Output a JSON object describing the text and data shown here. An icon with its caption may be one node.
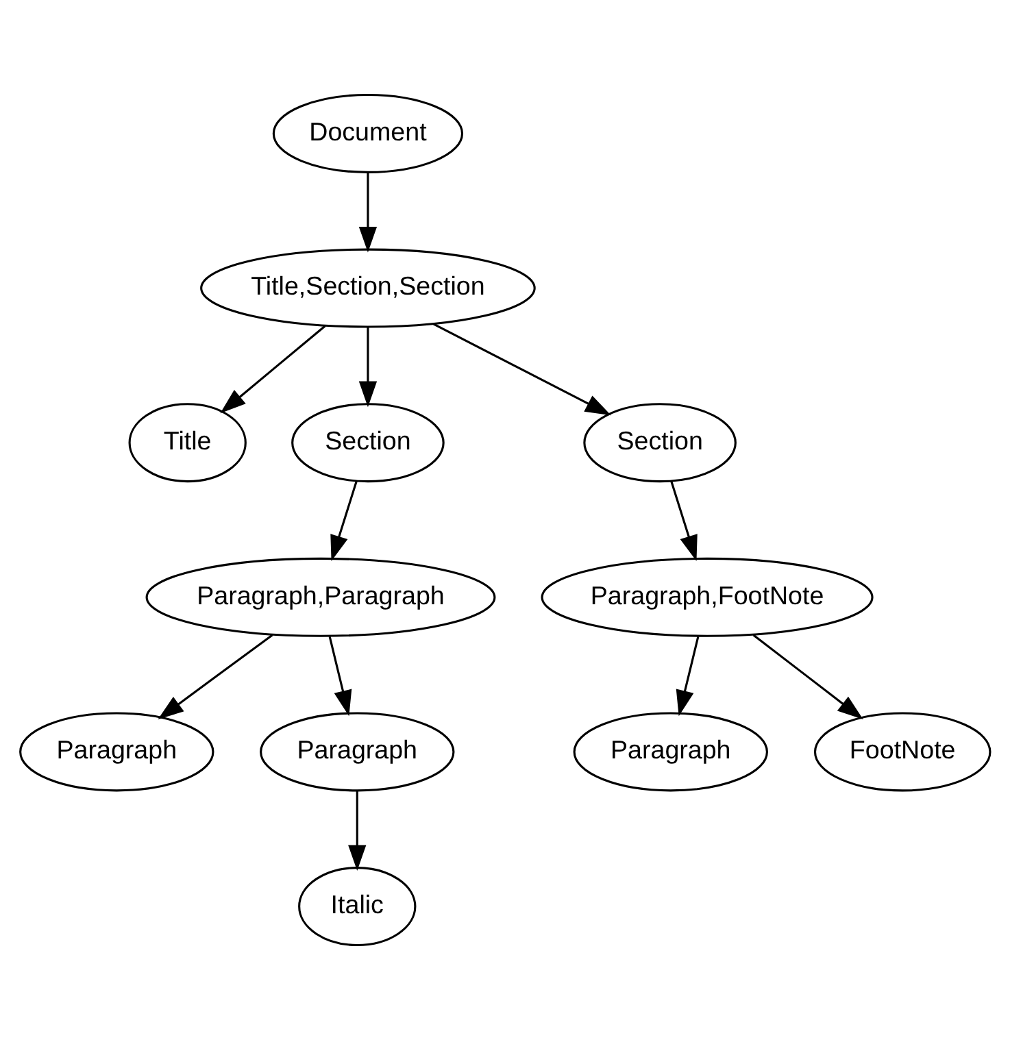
{
  "diagram": {
    "nodes": [
      {
        "text": [
          "Document"
        ]
      },
      {
        "text": [
          "Title,Section,Section"
        ]
      },
      {
        "text": [
          "Title"
        ]
      },
      {
        "text": [
          "Section"
        ]
      },
      {
        "text": [
          "Section"
        ]
      },
      {
        "text": [
          "Paragraph,Paragraph"
        ]
      },
      {
        "text": [
          "Paragraph,FootNote"
        ]
      },
      {
        "text": [
          "Paragraph"
        ]
      },
      {
        "text": [
          "Paragraph"
        ]
      },
      {
        "text": [
          "Paragraph"
        ]
      },
      {
        "text": [
          "FootNote"
        ]
      },
      {
        "text": [
          "Italic"
        ]
      }
    ],
    "edges": [
      {
        "from": 0,
        "to": 1,
        "arrow": "to"
      },
      {
        "from": 1,
        "to": 2,
        "arrow": "to"
      },
      {
        "from": 1,
        "to": 3,
        "arrow": "to"
      },
      {
        "from": 1,
        "to": 4,
        "arrow": "to"
      },
      {
        "from": 3,
        "to": 5,
        "arrow": "to"
      },
      {
        "from": 4,
        "to": 6,
        "arrow": "to"
      },
      {
        "from": 5,
        "to": 7,
        "arrow": "to"
      },
      {
        "from": 5,
        "to": 8,
        "arrow": "to"
      },
      {
        "from": 6,
        "to": 9,
        "arrow": "to"
      },
      {
        "from": 6,
        "to": 10,
        "arrow": "to"
      },
      {
        "from": 8,
        "to": 11,
        "arrow": "to"
      }
    ]
  }
}
